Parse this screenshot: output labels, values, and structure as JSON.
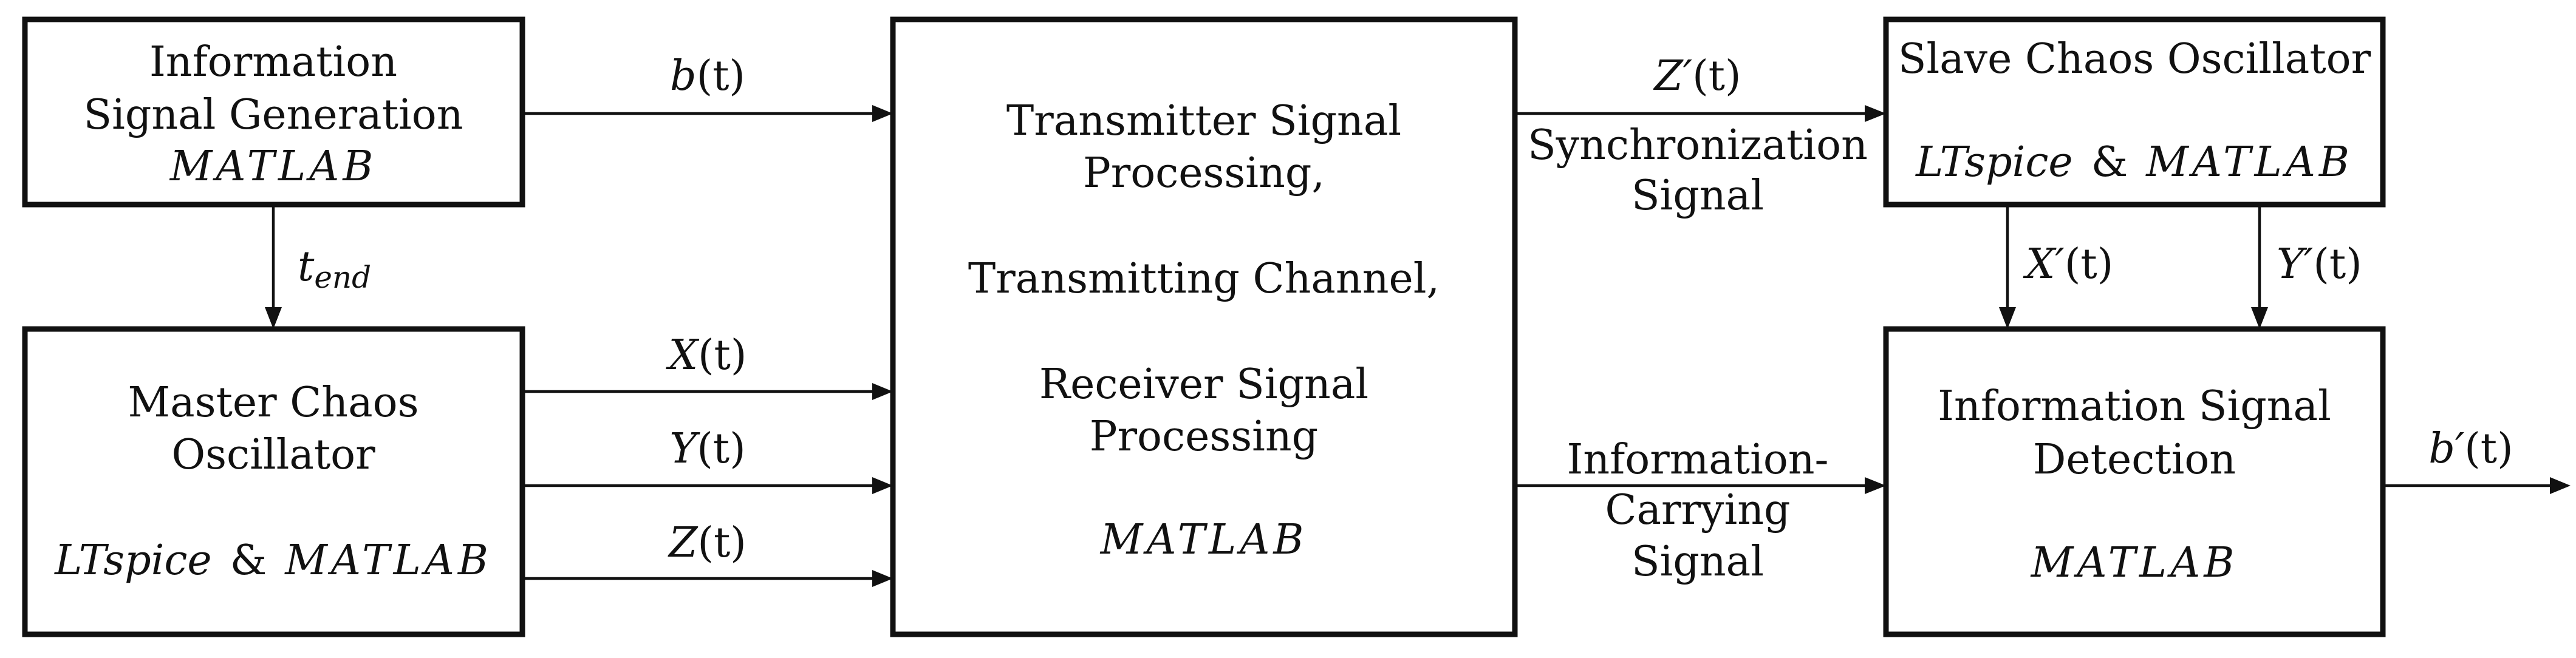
{
  "blocks": {
    "info_gen": {
      "line1": "Information",
      "line2": "Signal Generation",
      "tool": "MATLAB"
    },
    "master": {
      "line1": "Master Chaos",
      "line2": "Oscillator",
      "tool_a": "LTspice",
      "tool_amp": "&",
      "tool_b": "MATLAB"
    },
    "center": {
      "line1": "Transmitter Signal",
      "line2": "Processing,",
      "line3": "Transmitting Channel,",
      "line4": "Receiver Signal",
      "line5": "Processing",
      "tool": "MATLAB"
    },
    "slave": {
      "line1": "Slave Chaos Oscillator",
      "tool_a": "LTspice",
      "tool_amp": "&",
      "tool_b": "MATLAB"
    },
    "detect": {
      "line1": "Information Signal",
      "line2": "Detection",
      "tool": "MATLAB"
    }
  },
  "signals": {
    "b": {
      "sym": "b",
      "arg": "(t)"
    },
    "tend": {
      "sym": "t",
      "sub": "end"
    },
    "x": {
      "sym": "X",
      "arg": "(t)"
    },
    "y": {
      "sym": "Y",
      "arg": "(t)"
    },
    "z": {
      "sym": "Z",
      "arg": "(t)"
    },
    "zp": {
      "sym": "Z′",
      "arg": "(t)"
    },
    "xp": {
      "sym": "X′",
      "arg": "(t)"
    },
    "yp": {
      "sym": "Y′",
      "arg": "(t)"
    },
    "bp": {
      "sym": "b′",
      "arg": "(t)"
    }
  },
  "labels": {
    "sync_line1": "Synchronization",
    "sync_line2": "Signal",
    "info_carry_line1": "Information-",
    "info_carry_line2": "Carrying",
    "info_carry_line3": "Signal"
  }
}
